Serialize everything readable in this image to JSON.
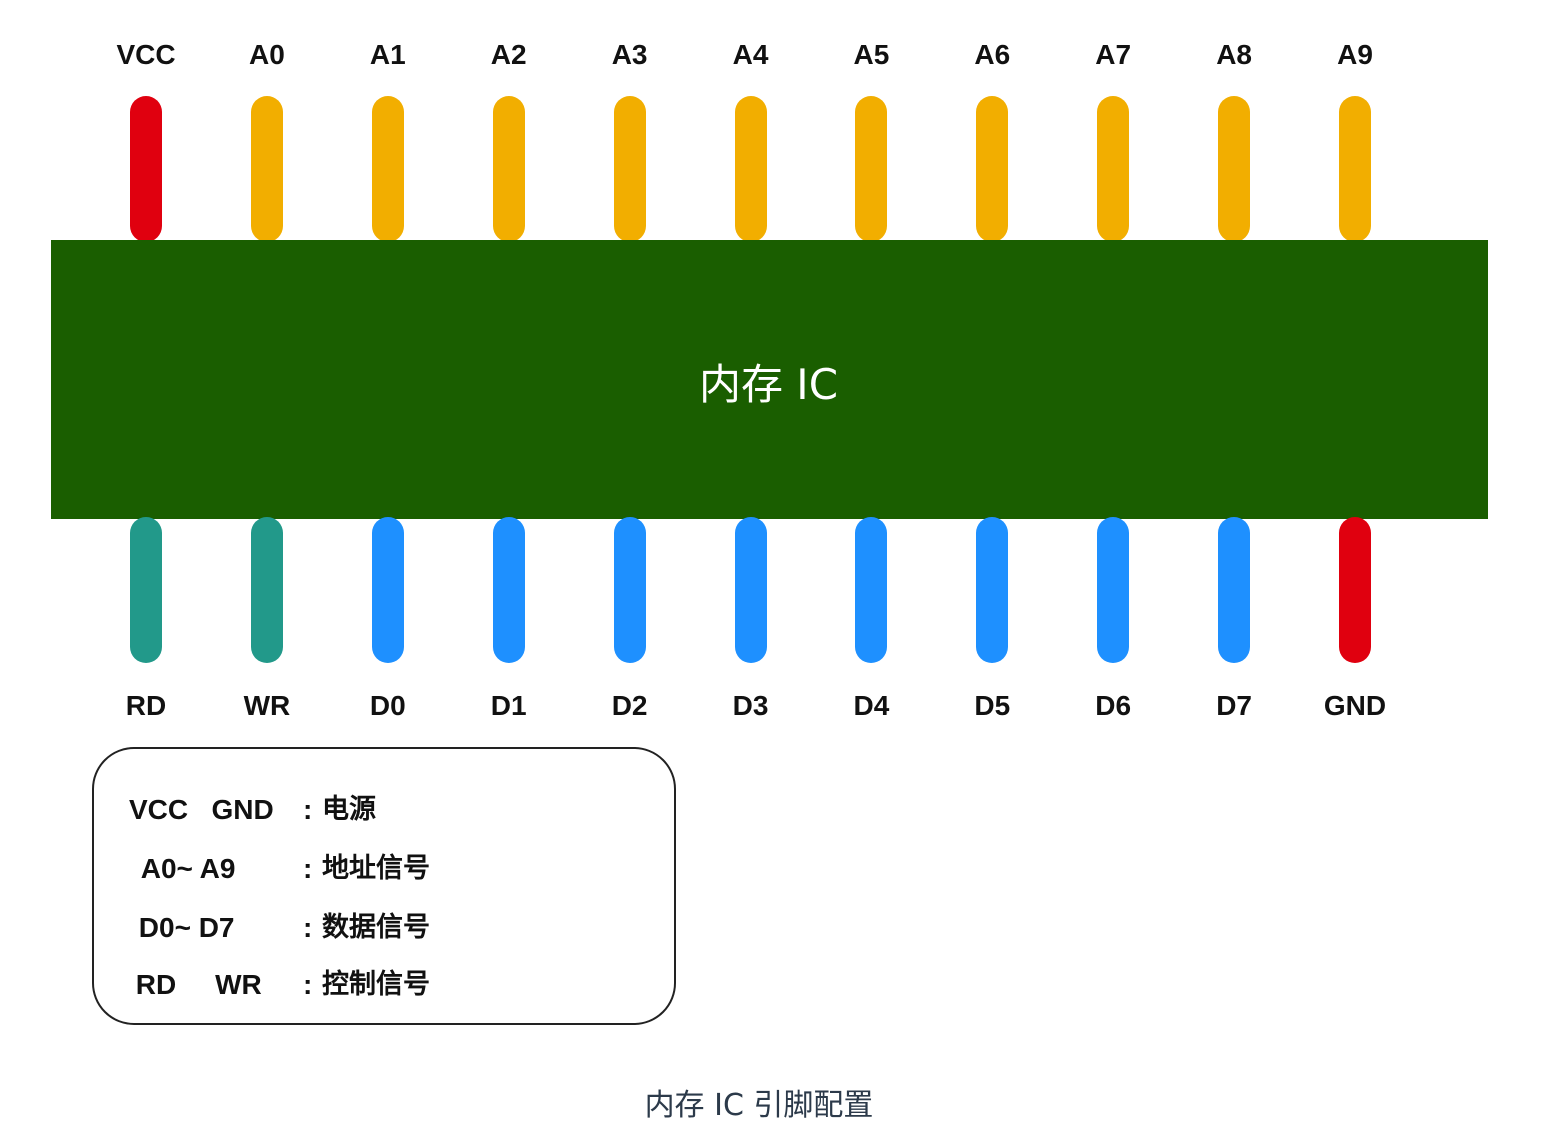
{
  "diagram": {
    "chip": {
      "label": "内存 IC",
      "color": "#1a5e00"
    },
    "colors": {
      "power": "#e0000f",
      "address": "#f2ae00",
      "data": "#1e90ff",
      "control": "#22998a"
    },
    "top_pins": [
      {
        "label": "VCC",
        "type": "power"
      },
      {
        "label": "A0",
        "type": "address"
      },
      {
        "label": "A1",
        "type": "address"
      },
      {
        "label": "A2",
        "type": "address"
      },
      {
        "label": "A3",
        "type": "address"
      },
      {
        "label": "A4",
        "type": "address"
      },
      {
        "label": "A5",
        "type": "address"
      },
      {
        "label": "A6",
        "type": "address"
      },
      {
        "label": "A7",
        "type": "address"
      },
      {
        "label": "A8",
        "type": "address"
      },
      {
        "label": "A9",
        "type": "address"
      }
    ],
    "bottom_pins": [
      {
        "label": "RD",
        "type": "control"
      },
      {
        "label": "WR",
        "type": "control"
      },
      {
        "label": "D0",
        "type": "data"
      },
      {
        "label": "D1",
        "type": "data"
      },
      {
        "label": "D2",
        "type": "data"
      },
      {
        "label": "D3",
        "type": "data"
      },
      {
        "label": "D4",
        "type": "data"
      },
      {
        "label": "D5",
        "type": "data"
      },
      {
        "label": "D6",
        "type": "data"
      },
      {
        "label": "D7",
        "type": "data"
      },
      {
        "label": "GND",
        "type": "power"
      }
    ],
    "legend": [
      {
        "key": "VCC   GND",
        "colon": ":",
        "desc": "电源"
      },
      {
        "key": " A0~ A9",
        "colon": ":",
        "desc": "地址信号"
      },
      {
        "key": " D0~ D7",
        "colon": ":",
        "desc": "数据信号"
      },
      {
        "key": " RD     WR",
        "colon": ":",
        "desc": "控制信号"
      }
    ],
    "caption": "内存 IC 引脚配置"
  }
}
